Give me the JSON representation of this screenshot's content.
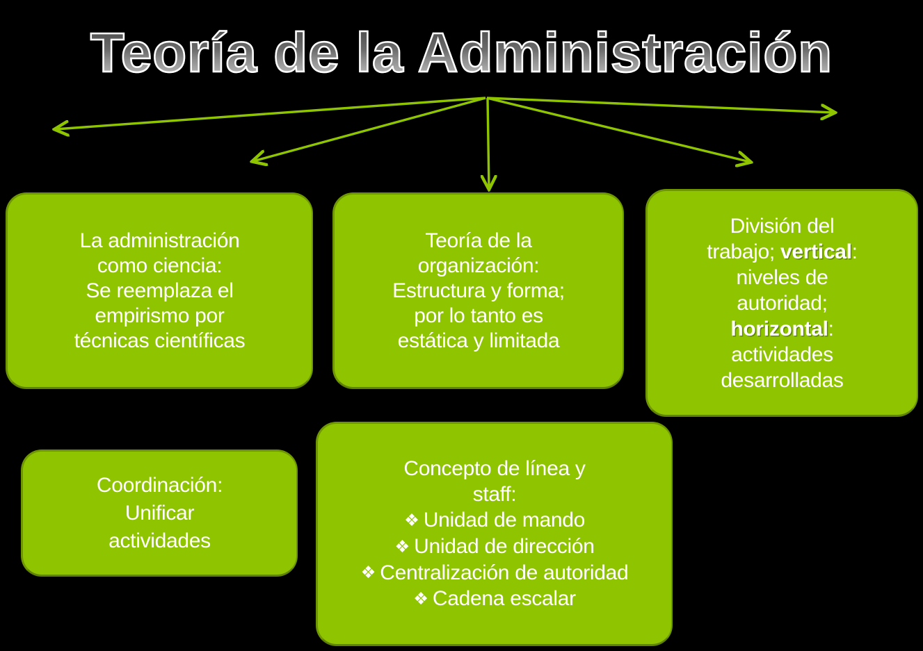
{
  "meta": {
    "background_color": "#000000",
    "accent_color": "#8fc400",
    "accent_dark_color": "#6f9800",
    "text_color": "#ffffff"
  },
  "title": "Teoría de la Administración",
  "diagram": {
    "type": "radial-hierarchy",
    "root_label": "Teoría de la Administración",
    "arrow_color": "#8fc400",
    "arrow_count": 5,
    "nodes": [
      {
        "id": "ciencia",
        "lines": [
          "La administración",
          "como ciencia:",
          "Se reemplaza el",
          "empirismo por",
          "técnicas  científicas"
        ]
      },
      {
        "id": "organizacion",
        "lines": [
          "Teoría de la",
          "organización:",
          "Estructura y forma;",
          "por lo tanto es",
          "estática y limitada"
        ]
      },
      {
        "id": "division",
        "segments": [
          {
            "text": "División del",
            "bold": false,
            "break_after": true
          },
          {
            "text": "trabajo; ",
            "bold": false,
            "break_after": false
          },
          {
            "text": "vertical",
            "bold": true,
            "break_after": false
          },
          {
            "text": ":",
            "bold": false,
            "break_after": true
          },
          {
            "text": "niveles de",
            "bold": false,
            "break_after": true
          },
          {
            "text": "autoridad;",
            "bold": false,
            "break_after": true
          },
          {
            "text": "horizontal",
            "bold": true,
            "break_after": false
          },
          {
            "text": ":",
            "bold": false,
            "break_after": true
          },
          {
            "text": "actividades",
            "bold": false,
            "break_after": true
          },
          {
            "text": "desarrolladas",
            "bold": false,
            "break_after": false
          }
        ],
        "plain_lines": [
          "División del",
          "trabajo; vertical:",
          "niveles de",
          "autoridad;",
          "horizontal:",
          "actividades",
          "desarrolladas"
        ]
      },
      {
        "id": "coordinacion",
        "lines": [
          "Coordinación:",
          "Unificar",
          "actividades"
        ]
      },
      {
        "id": "linea-staff",
        "heading_lines": [
          "Concepto de línea y",
          "staff:"
        ],
        "bullet_glyph": "❖",
        "bullets": [
          "Unidad de mando",
          "Unidad de dirección",
          "Centralización de autoridad",
          "Cadena escalar"
        ]
      }
    ]
  }
}
